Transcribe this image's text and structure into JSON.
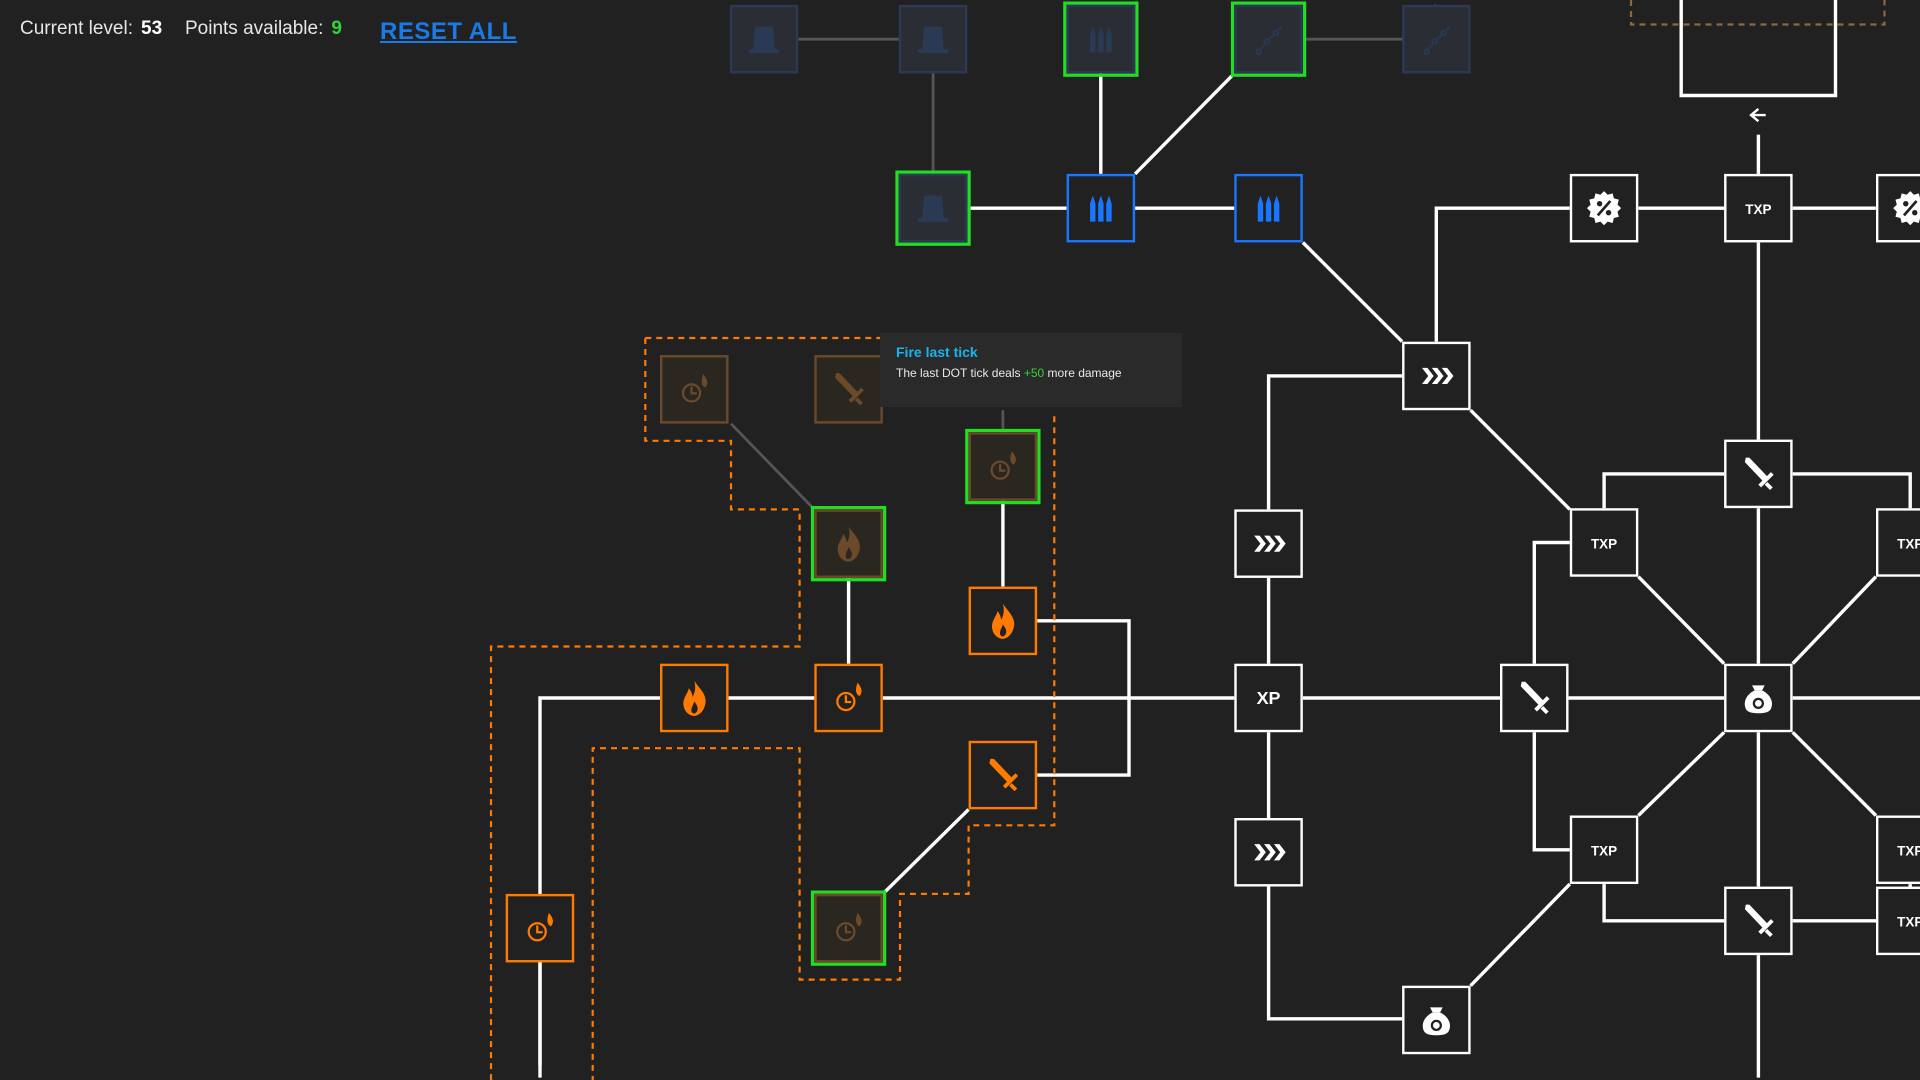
{
  "hud": {
    "level_label": "Current level:",
    "level_value": "53",
    "points_label": "Points available:",
    "points_value": "9",
    "reset_label": "RESET ALL"
  },
  "tooltip": {
    "title": "Fire last tick",
    "text_before": "The last DOT tick deals ",
    "highlight": "+50",
    "text_after": " more damage"
  },
  "colors": {
    "background": "#212121",
    "available_outline": "#22dd22",
    "blue": "#1976ff",
    "blue_dim": "#2a3a55",
    "orange": "#ff7a00",
    "orange_dim": "#6a4a2a",
    "white": "#ffffff",
    "points_value": "#35d235",
    "reset": "#1a7ae8",
    "tooltip_title": "#17b4f0",
    "tooltip_highlight": "#35d235"
  },
  "node_labels": {
    "xp": "XP",
    "txp": "TXP"
  },
  "nodes": [
    {
      "id": "n1",
      "col": "blue",
      "state": "locked",
      "icon": "hat-icon",
      "avail": false
    },
    {
      "id": "n2",
      "col": "blue",
      "state": "locked",
      "icon": "hat-icon",
      "avail": false
    },
    {
      "id": "n3",
      "col": "blue",
      "state": "locked",
      "icon": "bullets-icon",
      "avail": true
    },
    {
      "id": "n4",
      "col": "blue",
      "state": "locked",
      "icon": "chain-icon",
      "avail": true
    },
    {
      "id": "n5",
      "col": "blue",
      "state": "locked",
      "icon": "chain-icon",
      "avail": false
    },
    {
      "id": "n6",
      "col": "blue",
      "state": "locked",
      "icon": "hat-icon",
      "avail": true
    },
    {
      "id": "n7",
      "col": "blue",
      "state": "active",
      "icon": "bullets-icon",
      "avail": false
    },
    {
      "id": "n8",
      "col": "blue",
      "state": "active",
      "icon": "bullets-icon",
      "avail": false
    },
    {
      "id": "n9",
      "col": "white",
      "state": "active",
      "icon": "percent-badge-icon",
      "avail": false
    },
    {
      "id": "n10",
      "col": "white",
      "state": "active",
      "icon": "txp-icon",
      "avail": false
    },
    {
      "id": "n11",
      "col": "white",
      "state": "active",
      "icon": "percent-badge-icon",
      "avail": false
    },
    {
      "id": "n12",
      "col": "white",
      "state": "active",
      "icon": "chevrons-icon",
      "avail": false
    },
    {
      "id": "n13",
      "col": "orange",
      "state": "locked",
      "icon": "timer-fire-icon",
      "avail": false
    },
    {
      "id": "n14",
      "col": "orange",
      "state": "locked",
      "icon": "sword-icon",
      "avail": false
    },
    {
      "id": "n15",
      "col": "orange",
      "state": "locked",
      "icon": "timer-fire-icon",
      "avail": true
    },
    {
      "id": "n16",
      "col": "orange",
      "state": "locked",
      "icon": "fire-icon",
      "avail": true
    },
    {
      "id": "n17",
      "col": "orange",
      "state": "active",
      "icon": "fire-icon",
      "avail": false
    },
    {
      "id": "n18",
      "col": "orange",
      "state": "active",
      "icon": "fire-icon",
      "avail": false
    },
    {
      "id": "n19",
      "col": "orange",
      "state": "active",
      "icon": "timer-fire-icon",
      "avail": false
    },
    {
      "id": "n20",
      "col": "orange",
      "state": "active",
      "icon": "sword-icon",
      "avail": false
    },
    {
      "id": "n21",
      "col": "orange",
      "state": "active",
      "icon": "timer-fire-icon",
      "avail": false
    },
    {
      "id": "n22",
      "col": "orange",
      "state": "locked",
      "icon": "timer-fire-icon",
      "avail": true
    },
    {
      "id": "n23",
      "col": "white",
      "state": "active",
      "icon": "chevrons-icon",
      "avail": false
    },
    {
      "id": "n24",
      "col": "white",
      "state": "active",
      "icon": "xp-icon",
      "avail": false
    },
    {
      "id": "n25",
      "col": "white",
      "state": "active",
      "icon": "chevrons-icon",
      "avail": false
    },
    {
      "id": "n26",
      "col": "white",
      "state": "active",
      "icon": "money-bag-icon",
      "avail": false
    },
    {
      "id": "n27",
      "col": "white",
      "state": "active",
      "icon": "sword-icon",
      "avail": false
    },
    {
      "id": "n28",
      "col": "white",
      "state": "active",
      "icon": "txp-icon",
      "avail": false
    },
    {
      "id": "n29",
      "col": "white",
      "state": "active",
      "icon": "txp-icon",
      "avail": false
    },
    {
      "id": "n30",
      "col": "white",
      "state": "active",
      "icon": "sword-icon",
      "avail": false
    },
    {
      "id": "n31",
      "col": "white",
      "state": "active",
      "icon": "money-bag-icon",
      "avail": false
    },
    {
      "id": "n32",
      "col": "white",
      "state": "active",
      "icon": "txp-icon",
      "avail": false
    },
    {
      "id": "n33",
      "col": "white",
      "state": "active",
      "icon": "sword-icon",
      "avail": false
    },
    {
      "id": "n34",
      "col": "white",
      "state": "active",
      "icon": "txp-icon",
      "avail": false
    },
    {
      "id": "n35",
      "col": "white",
      "state": "active",
      "icon": "txp-icon",
      "avail": false
    }
  ]
}
